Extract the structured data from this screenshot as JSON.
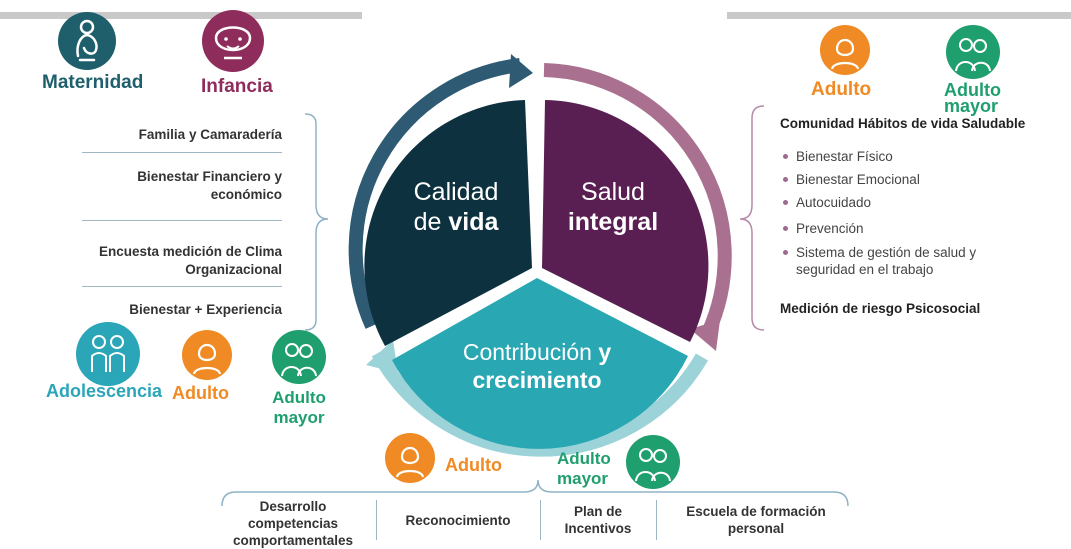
{
  "colors": {
    "teal_dark": "#1f5f6c",
    "navy": "#0e3140",
    "purple": "#5a1f52",
    "teal": "#29a7b2",
    "maroon": "#8e2d5c",
    "orange": "#f08a24",
    "green": "#1f9f6e",
    "cyan": "#2ba5b8",
    "bracket": "#8fb3c5"
  },
  "top_left": {
    "maternidad": {
      "label": "Maternidad",
      "icon": "pregnant-woman-icon"
    },
    "infancia": {
      "label": "Infancia",
      "icon": "child-face-icon"
    }
  },
  "top_right": {
    "adulto": {
      "label": "Adulto",
      "icon": "adult-person-icon"
    },
    "adulto_mayor": {
      "label": "Adulto mayor",
      "icon": "elderly-couple-icon"
    }
  },
  "left_items": [
    "Familia y Camaradería",
    "Bienestar Financiero y económico",
    "Encuesta medición de Clima Organizacional",
    "Bienestar + Experiencia"
  ],
  "left_bottom_groups": {
    "adolescencia": {
      "label": "Adolescencia",
      "icon": "teen-couple-icon"
    },
    "adulto": {
      "label": "Adulto",
      "icon": "adult-person-icon"
    },
    "adulto_mayor": {
      "label": "Adulto mayor",
      "icon": "elderly-couple-icon"
    }
  },
  "center": {
    "calidad": {
      "line1": "Calidad",
      "line2a": "de ",
      "line2b": "vida"
    },
    "salud": {
      "line1": "Salud",
      "line2": "integral"
    },
    "contribucion": {
      "line1a": "Contribución ",
      "line1b": "y",
      "line2": "crecimiento"
    }
  },
  "right_panel": {
    "title": "Comunidad Hábitos de vida Saludable",
    "bullets": [
      "Bienestar Físico",
      "Bienestar Emocional",
      "Autocuidado",
      "Prevención",
      "Sistema de gestión de salud y seguridad en el trabajo"
    ],
    "footer": "Medición de riesgo Psicosocial"
  },
  "bottom_groups": {
    "adulto": {
      "label": "Adulto",
      "icon": "adult-person-icon"
    },
    "adulto_mayor": {
      "label": "Adulto mayor",
      "icon": "elderly-couple-icon"
    }
  },
  "bottom_items": [
    "Desarrollo competencias comportamentales",
    "Reconocimiento",
    "Plan de Incentivos",
    "Escuela de formación personal"
  ]
}
